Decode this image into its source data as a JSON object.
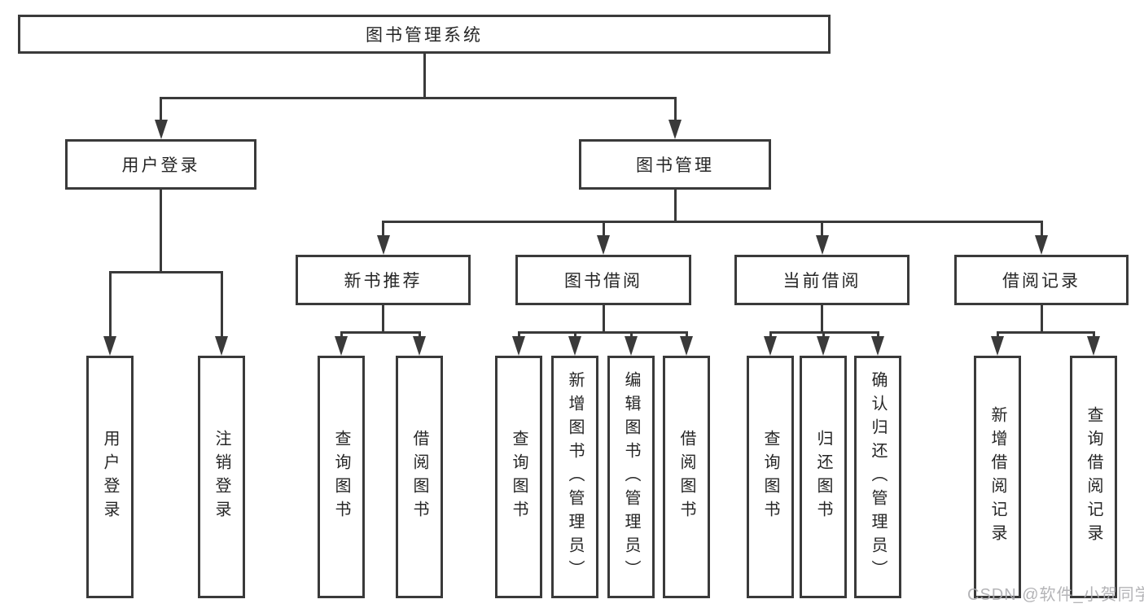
{
  "colors": {
    "line": "#3a3a3a",
    "text": "#262626",
    "background": "#ffffff",
    "watermark": "#acacaf"
  },
  "diagram": {
    "root": {
      "label": "图书管理系统"
    },
    "level2": [
      {
        "label": "用户登录"
      },
      {
        "label": "图书管理"
      }
    ],
    "level3": [
      {
        "label": "新书推荐"
      },
      {
        "label": "图书借阅"
      },
      {
        "label": "当前借阅"
      },
      {
        "label": "借阅记录"
      }
    ],
    "leaves": [
      {
        "label": "用户登录"
      },
      {
        "label": "注销登录"
      },
      {
        "label": "查询图书"
      },
      {
        "label": "借阅图书"
      },
      {
        "label": "查询图书"
      },
      {
        "label": "新增图书（管理员）"
      },
      {
        "label": "编辑图书（管理员）"
      },
      {
        "label": "借阅图书"
      },
      {
        "label": "查询图书"
      },
      {
        "label": "归还图书"
      },
      {
        "label": "确认归还（管理员）"
      },
      {
        "label": "新增借阅记录"
      },
      {
        "label": "查询借阅记录"
      }
    ]
  },
  "watermark": {
    "text": "CSDN @软件_小贺同学"
  }
}
